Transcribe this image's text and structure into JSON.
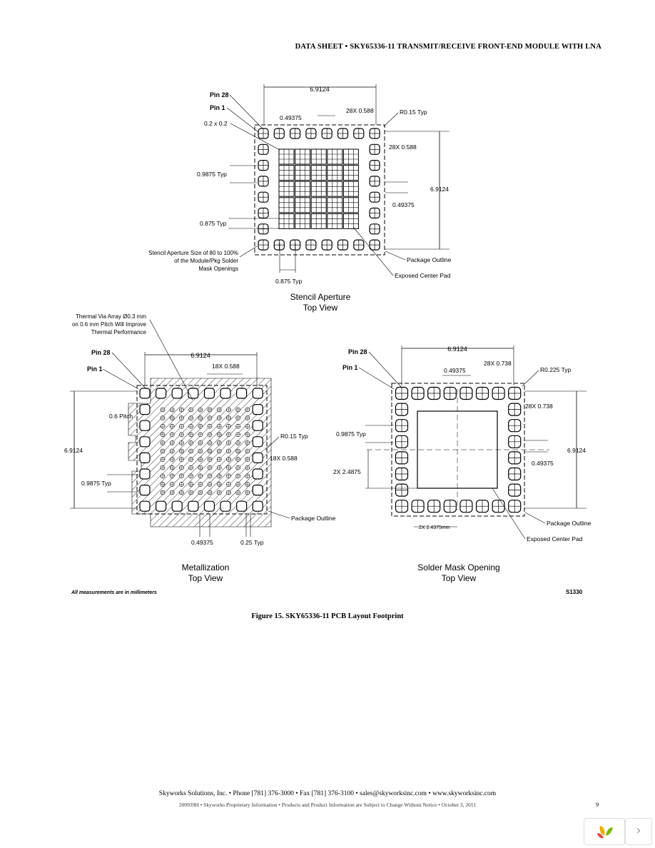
{
  "header": "DATA SHEET  •  SKY65336-11 TRANSMIT/RECEIVE FRONT-END MODULE WITH LNA",
  "stencil": {
    "title_line1": "Stencil Aperture",
    "title_line2": "Top View",
    "pin28": "Pin 28",
    "pin1": "Pin 1",
    "sq": "0.2 x 0.2",
    "width": "6.9124",
    "pitch": "0.49375",
    "pad28": "28X 0.588",
    "radius": "R0.15 Typ",
    "pad28b": "28X 0.588",
    "height": "6.9124",
    "pitch2": "0.49375",
    "typ1": "0.9875 Typ",
    "typ2": "0.875 Typ",
    "note1": "Stencil Aperture Size of 80 to 100%",
    "note2": "of the Module/Pkg Solder",
    "note3": "Mask Openings",
    "bottom_typ": "0.875 Typ",
    "outline": "Package Outline",
    "center": "Exposed Center Pad"
  },
  "metal": {
    "title_line1": "Metallization",
    "title_line2": "Top View",
    "via1": "Thermal Via Array Ø0.3 mm",
    "via2": "on 0.6 mm Pitch Will Improve",
    "via3": "Thermal Performance",
    "pin28": "Pin 28",
    "pin1": "Pin 1",
    "width": "6.9124",
    "pad18": "18X 0.588",
    "pitch": "0.6 Pitch",
    "height": "6.9124",
    "radius": "R0.15 Typ",
    "pad18b": "18X 0.588",
    "typ": "0.9875 Typ",
    "outline": "Package Outline",
    "pitch2": "0.49375",
    "typ2": "0.25 Typ"
  },
  "mask": {
    "title_line1": "Solder Mask Opening",
    "title_line2": "Top View",
    "pin28": "Pin 28",
    "pin1": "Pin 1",
    "width": "6.9124",
    "pitch": "0.49375",
    "pad28": "28X 0.738",
    "radius": "R0.225 Typ",
    "pad28b": "28X 0.738",
    "height": "6.9124",
    "pitch2": "0.49375",
    "typ": "0.9875 Typ",
    "dim2x": "2X 2.4875",
    "dim2x_h": "2X  2.4375mm",
    "outline": "Package Outline",
    "center": "Exposed Center Pad"
  },
  "note": "All measurements are in millimeters",
  "drawing_id": "S1330",
  "caption": "Figure 15. SKY65336-11 PCB Layout Footprint",
  "footer_line1": "Skyworks Solutions, Inc. • Phone [781] 376-3000 • Fax [781] 376-3100 • sales@skyworksinc.com • www.skyworksinc.com",
  "footer_line2": "200939H  •  Skyworks Proprietary Information  •  Products and Product Information are Subject to Change Without Notice  •  October 3, 2011",
  "page_number": "9"
}
